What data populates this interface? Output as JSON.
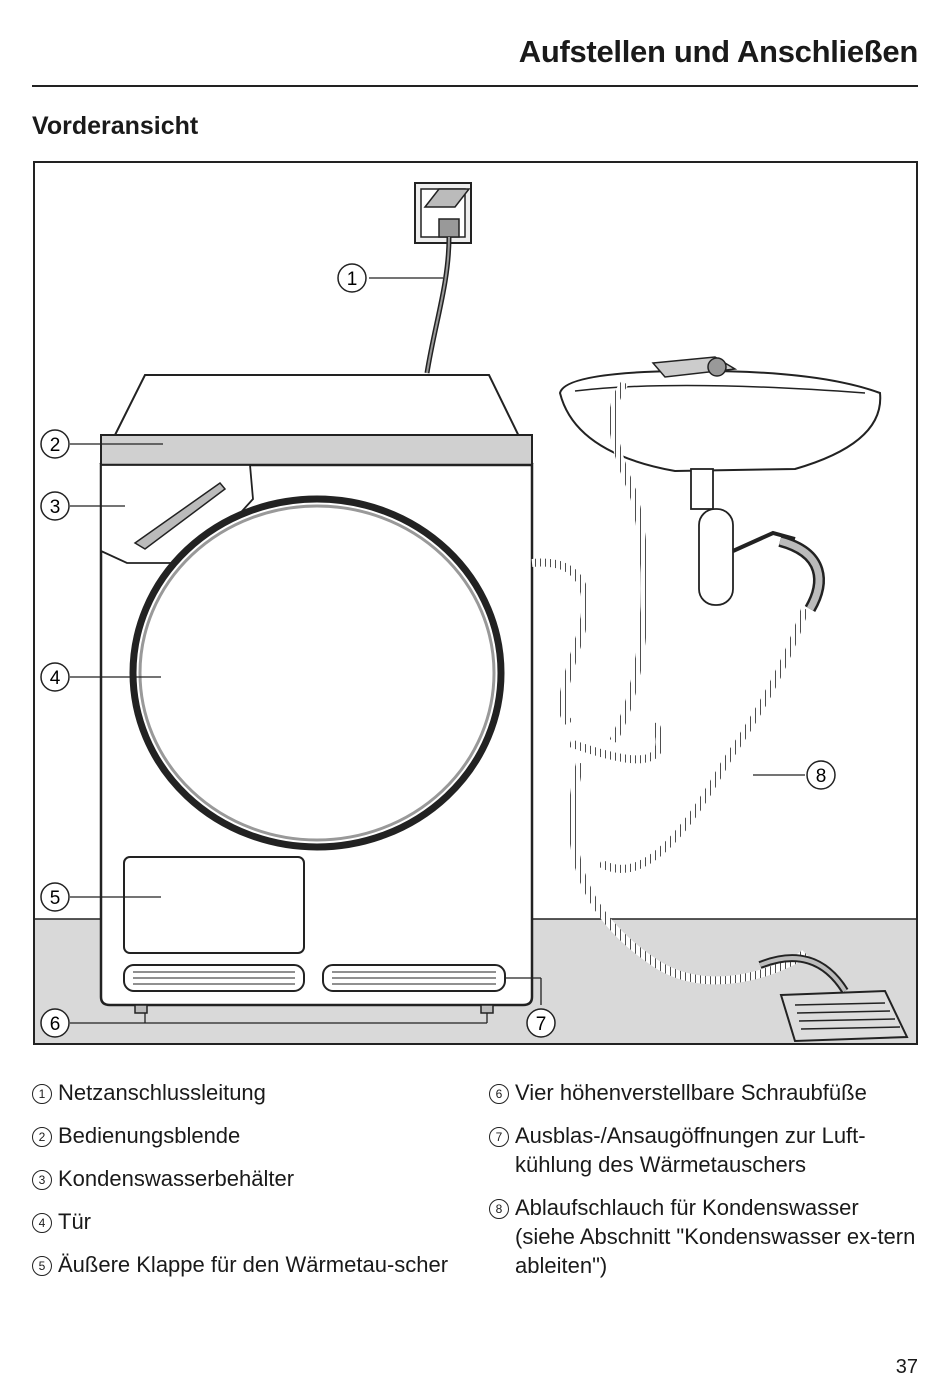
{
  "header": {
    "title": "Aufstellen und Anschließen"
  },
  "section": {
    "title": "Vorderansicht"
  },
  "figure": {
    "callouts": [
      "1",
      "2",
      "3",
      "4",
      "5",
      "6",
      "7",
      "8"
    ]
  },
  "legend": {
    "left": [
      {
        "num": "1",
        "text": "Netzanschlussleitung"
      },
      {
        "num": "2",
        "text": "Bedienungsblende"
      },
      {
        "num": "3",
        "text": "Kondenswasserbehälter"
      },
      {
        "num": "4",
        "text": "Tür"
      },
      {
        "num": "5",
        "text": "Äußere Klappe für den Wärmetau-scher"
      }
    ],
    "right": [
      {
        "num": "6",
        "text": "Vier höhenverstellbare Schraubfüße"
      },
      {
        "num": "7",
        "text": "Ausblas-/Ansaugöffnungen zur Luft-kühlung des Wärmetauschers"
      },
      {
        "num": "8",
        "text": "Ablaufschlauch für Kondenswasser (siehe Abschnitt \"Kondenswasser ex-tern ableiten\")"
      }
    ]
  },
  "footer": {
    "page_number": "37"
  }
}
